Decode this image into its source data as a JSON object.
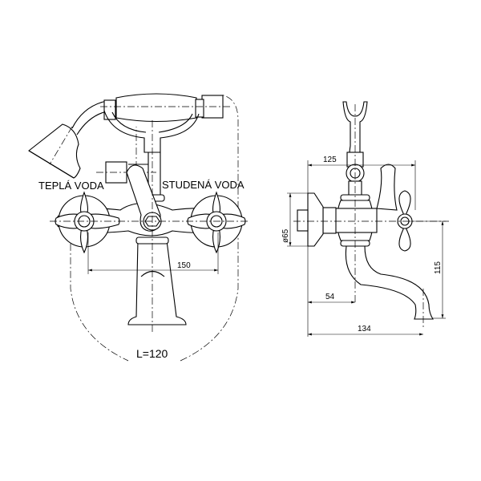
{
  "front_view": {
    "label_hot": "TEPLÁ VODA",
    "label_cold": "STUDENÁ VODA",
    "dim_spacing": "150",
    "dim_spout_length": "L=120"
  },
  "side_view": {
    "dim_width": "125",
    "dim_diameter": "ø65",
    "dim_height": "115",
    "dim_wall_to_axis": "54",
    "dim_total_depth": "134"
  }
}
